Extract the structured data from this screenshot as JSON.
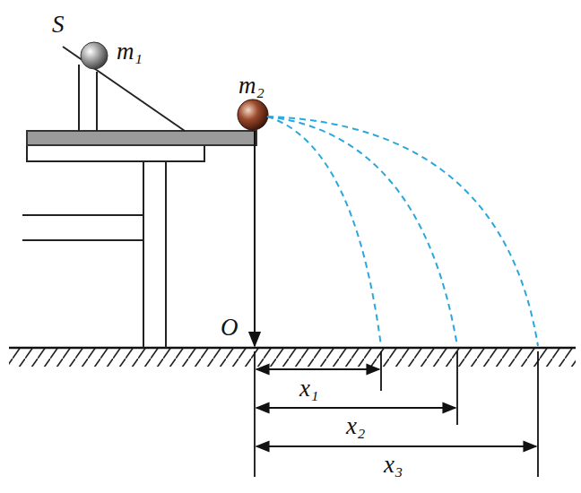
{
  "diagram": {
    "labels": [
      "S",
      "m₁",
      "m₂",
      "O",
      "x₁",
      "x₂",
      "x₃"
    ]
  }
}
